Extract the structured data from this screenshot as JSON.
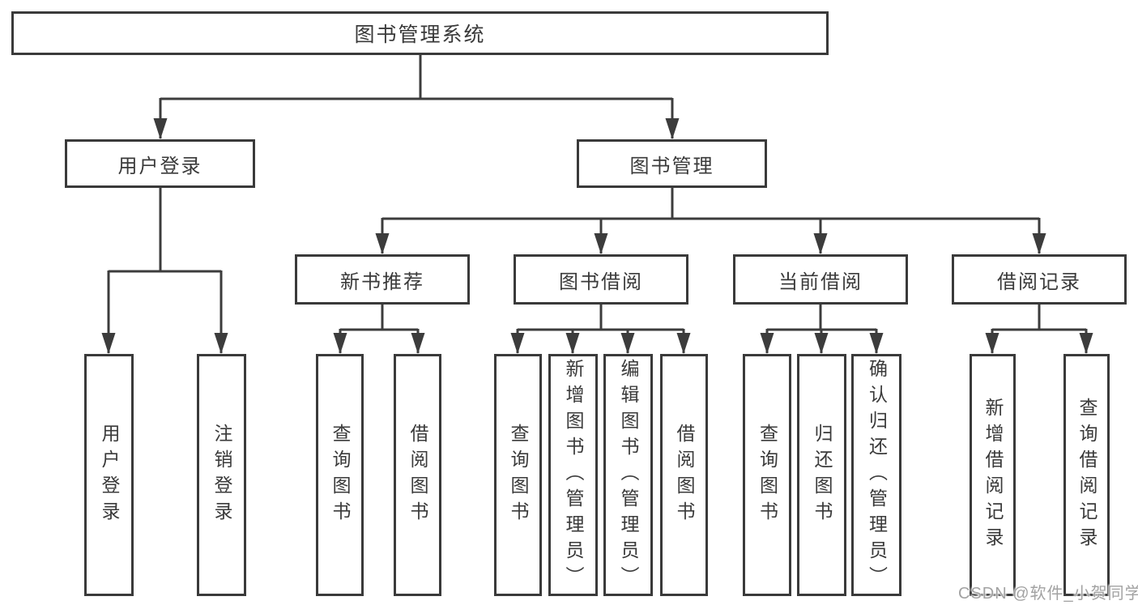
{
  "title": "图书管理系统",
  "user_branch": {
    "label": "用户登录",
    "children": [
      "用户登录",
      "注销登录"
    ]
  },
  "book_branch": {
    "label": "图书管理",
    "groups": [
      {
        "label": "新书推荐",
        "children": [
          "查询图书",
          "借阅图书"
        ]
      },
      {
        "label": "图书借阅",
        "children": [
          "查询图书",
          "新增图书（管理员）",
          "编辑图书（管理员）",
          "借阅图书"
        ]
      },
      {
        "label": "当前借阅",
        "children": [
          "查询图书",
          "归还图书",
          "确认归还（管理员）"
        ]
      },
      {
        "label": "借阅记录",
        "children": [
          "新增借阅记录",
          "查询借阅记录"
        ]
      }
    ]
  },
  "watermark": "CSDN @软件_小贺同学",
  "colors": {
    "line": "#3c3c3c",
    "box_border": "#3a3a3a",
    "watermark": "#a2a2a2"
  }
}
